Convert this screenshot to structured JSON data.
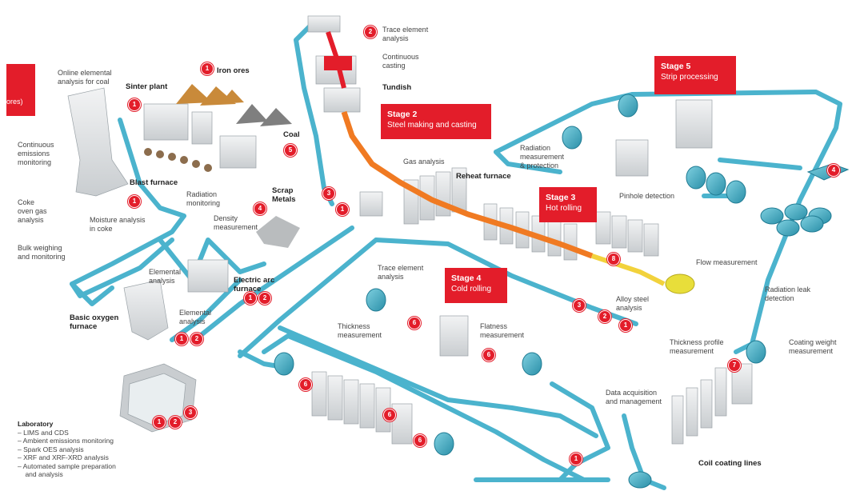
{
  "edge_tab": {
    "text": "ores)"
  },
  "stages": [
    {
      "title": "Stage 2",
      "subtitle": "Steel making and casting"
    },
    {
      "title": "Stage 3",
      "subtitle": "Hot rolling"
    },
    {
      "title": "Stage 4",
      "subtitle": "Cold rolling"
    },
    {
      "title": "Stage 5",
      "subtitle": "Strip processing"
    }
  ],
  "labels": {
    "online_elemental": "Online elemental\nanalysis for coal",
    "sinter_plant": "Sinter plant",
    "iron_ores": "Iron ores",
    "coal": "Coal",
    "continuous_emissions": "Continuous\nemissions\nmonitoring",
    "blast_furnace": "Blast furnace",
    "radiation_monitoring": "Radiation\nmonitoring",
    "scrap_metals": "Scrap\nMetals",
    "coke_oven": "Coke\noven gas\nanalysis",
    "moisture": "Moisture analysis\nin coke",
    "density": "Density\nmeasurement",
    "bulk_weighing": "Bulk weighing\nand monitoring",
    "elemental_1": "Elemental\nanalysis",
    "electric_arc": "Electric arc\nfurnace",
    "elemental_2": "Elemental\nanalysis",
    "bof": "Basic oxygen\nfurnace",
    "trace_top": "Trace element\nanalysis",
    "continuous_casting": "Continuous\ncasting",
    "tundish": "Tundish",
    "gas_analysis": "Gas analysis",
    "reheat": "Reheat furnace",
    "radiation_protection": "Radiation\nmeasurement\n& protection",
    "pinhole": "Pinhole detection",
    "trace_mid": "Trace element\nanalysis",
    "flow": "Flow measurement",
    "alloy": "Alloy steel\nanalysis",
    "radiation_leak": "Radiation leak\ndetection",
    "thickness": "Thickness\nmeasurement",
    "flatness": "Flatness\nmeasurement",
    "thickness_profile": "Thickness profile\nmeasurement",
    "coating_weight": "Coating weight\nmeasurement",
    "data_acq": "Data acquisition\nand management",
    "coil_coating": "Coil coating lines"
  },
  "laboratory": {
    "heading": "Laboratory",
    "items": [
      "–  LIMS and CDS",
      "–  Ambient emissions monitoring",
      "–  Spark OES analysis",
      "–  XRF and XRF-XRD analysis",
      "–  Automated sample preparation",
      "    and analysis"
    ]
  },
  "badges": [
    "1",
    "1",
    "5",
    "1",
    "4",
    "1",
    "2",
    "2",
    "1",
    "2",
    "3",
    "1",
    "3",
    "2",
    "1",
    "8",
    "6",
    "6",
    "6",
    "6",
    "6",
    "1",
    "7",
    "4",
    "1",
    "2",
    "3"
  ],
  "colors": {
    "accent": "#e31d2a",
    "pipe": "#4bb3cd",
    "machine": "#d8dcde"
  }
}
